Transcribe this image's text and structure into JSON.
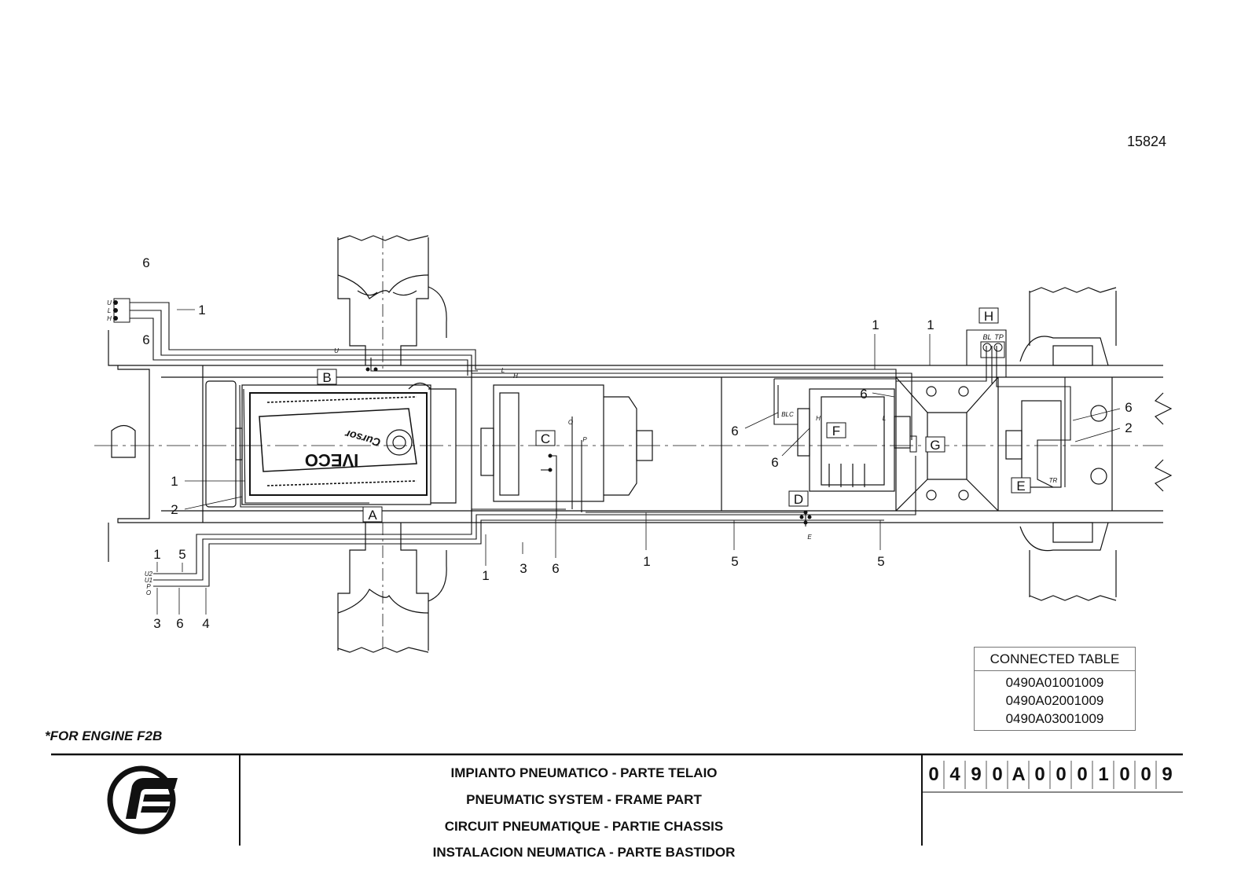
{
  "drawing_number": "15824",
  "engine_note": "*FOR ENGINE F2B",
  "connected_table": {
    "title": "CONNECTED TABLE",
    "rows": [
      "0490A01001009",
      "0490A02001009",
      "0490A03001009"
    ]
  },
  "title_block": {
    "lines": [
      "IMPIANTO PNEUMATICO - PARTE TELAIO",
      "PNEUMATIC SYSTEM - FRAME PART",
      "CIRCUIT PNEUMATIQUE - PARTIE CHASSIS",
      "INSTALACION NEUMATICA - PARTE BASTIDOR"
    ],
    "code_chars": [
      "0",
      "4",
      "9",
      "0",
      "A",
      "0",
      "0",
      "0",
      "1",
      "0",
      "0",
      "9"
    ]
  },
  "diagram": {
    "components": [
      "A",
      "B",
      "C",
      "D",
      "E",
      "F",
      "G",
      "H"
    ],
    "callouts": [
      "6",
      "1",
      "6",
      "1",
      "2",
      "1",
      "5",
      "3",
      "6",
      "4",
      "1",
      "3",
      "6",
      "1",
      "5",
      "5",
      "1",
      "1",
      "6",
      "6",
      "6",
      "6",
      "2"
    ],
    "port_labels": {
      "front_left": [
        "U",
        "L",
        "H"
      ],
      "rear_left": [
        "U2",
        "U1",
        "P",
        "O"
      ],
      "valve_c": [
        "O",
        "P"
      ],
      "valve_h": [
        "BL",
        "TP"
      ],
      "valve_f": [
        "BLC",
        "H",
        "L"
      ],
      "pipe_tags": [
        "U",
        "L",
        "H",
        "E",
        "TR"
      ]
    },
    "engine_brand": "IVECO",
    "engine_tag": "Cursor"
  }
}
